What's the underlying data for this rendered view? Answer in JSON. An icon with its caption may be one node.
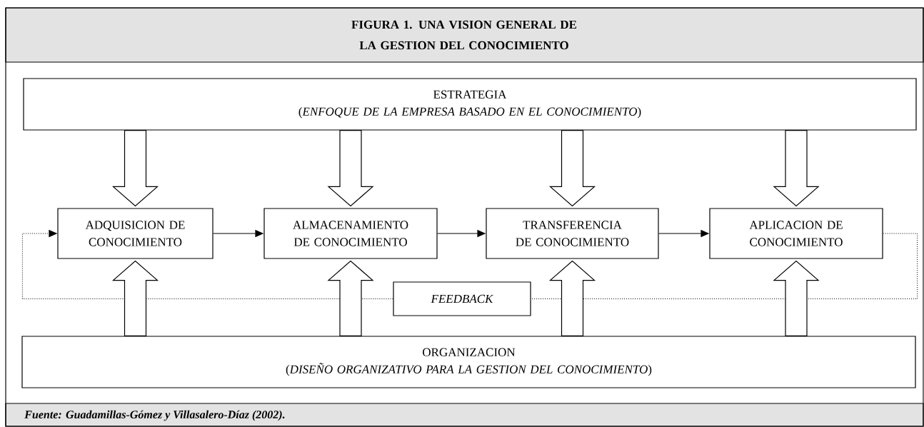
{
  "diagram": {
    "title": "FIGURA 1. UNA VISION GENERAL DE LA GESTION DEL CONOCIMIENTO",
    "caption": "Fuente: Guadamillas-Gómez y Villasalero-Díaz (2002).",
    "nodes": [
      {
        "text": [
          "ESTRATEGIA",
          "(*ENFOQUE DE LA EMPRESA BASADO EN EL CONOCIMIENTO*)"
        ]
      },
      {
        "text": [
          "ADQUISICION DE CONOCIMIENTO"
        ]
      },
      {
        "text": [
          "ALMACENAMIENTO DE CONOCIMIENTO"
        ]
      },
      {
        "text": [
          "TRANSFERENCIA DE CONOCIMIENTO"
        ]
      },
      {
        "text": [
          "APLICACION DE CONOCIMIENTO"
        ]
      },
      {
        "text": [
          "FEEDBACK"
        ]
      },
      {
        "text": [
          "ORGANIZACION",
          "(*DISEÑO ORGANIZATIVO PARA LA GESTION DEL CONOCIMIENTO*)"
        ]
      }
    ],
    "edges": [
      {
        "from": 1,
        "to": 2,
        "arrow": "to"
      },
      {
        "from": 2,
        "to": 3,
        "arrow": "to"
      },
      {
        "from": 3,
        "to": 4,
        "arrow": "to"
      },
      {
        "from": 4,
        "to": 5,
        "arrow": "none",
        "style": "dashed"
      },
      {
        "from": 5,
        "to": 1,
        "arrow": "to",
        "style": "dashed"
      },
      {
        "from": 0,
        "to": 1,
        "arrow": "to",
        "style": "thick"
      },
      {
        "from": 0,
        "to": 2,
        "arrow": "to",
        "style": "thick"
      },
      {
        "from": 0,
        "to": 3,
        "arrow": "to",
        "style": "thick"
      },
      {
        "from": 0,
        "to": 4,
        "arrow": "to",
        "style": "thick"
      },
      {
        "from": 6,
        "to": 1,
        "arrow": "to",
        "style": "thick"
      },
      {
        "from": 6,
        "to": 2,
        "arrow": "to",
        "style": "thick"
      },
      {
        "from": 6,
        "to": 3,
        "arrow": "to",
        "style": "thick"
      },
      {
        "from": 6,
        "to": 4,
        "arrow": "to",
        "style": "thick"
      }
    ]
  }
}
